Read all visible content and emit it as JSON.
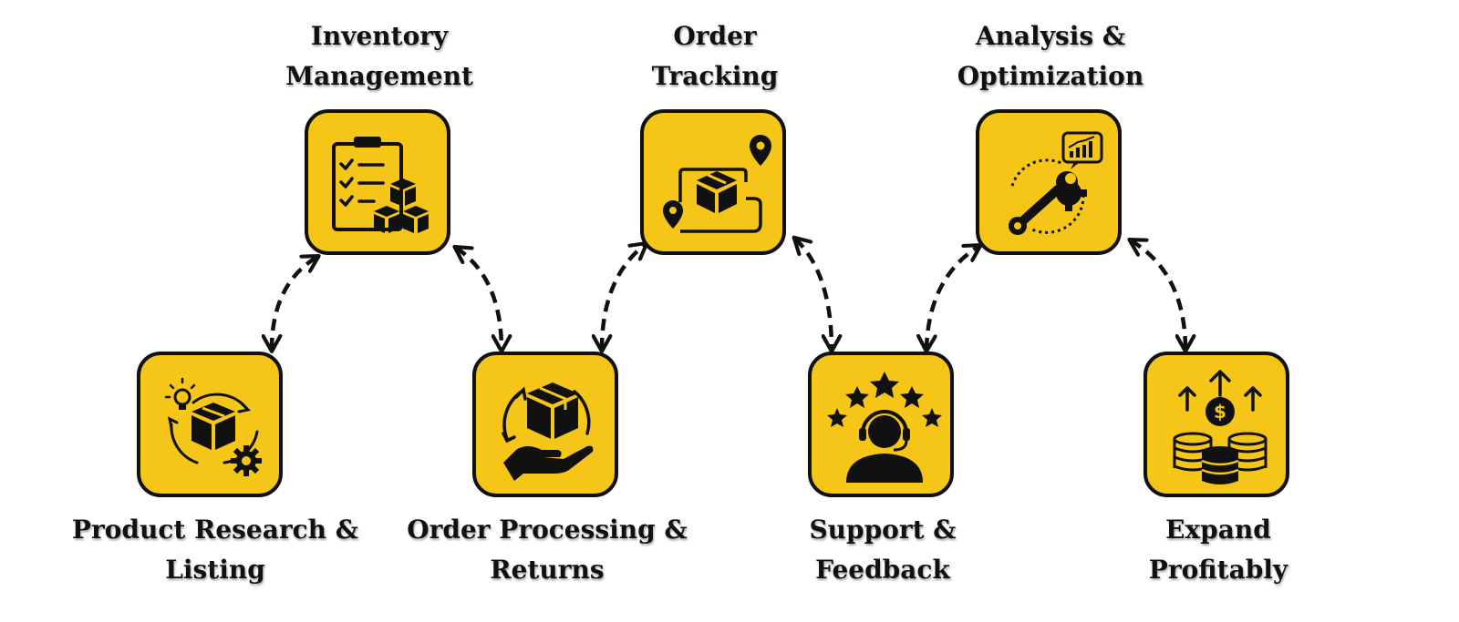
{
  "theme": {
    "tile_color": "#F5C518",
    "ink_color": "#111111"
  },
  "steps": [
    {
      "id": "product-research",
      "line1": "Product Research &",
      "line2": "Listing",
      "icon": "product-cycle-icon"
    },
    {
      "id": "inventory",
      "line1": "Inventory",
      "line2": "Management",
      "icon": "clipboard-boxes-icon"
    },
    {
      "id": "order-processing",
      "line1": "Order Processing &",
      "line2": "Returns",
      "icon": "box-return-hand-icon"
    },
    {
      "id": "order-tracking",
      "line1": "Order",
      "line2": "Tracking",
      "icon": "route-tracking-icon"
    },
    {
      "id": "support",
      "line1": "Support &",
      "line2": "Feedback",
      "icon": "support-agent-stars-icon"
    },
    {
      "id": "analysis",
      "line1": "Analysis &",
      "line2": "Optimization",
      "icon": "wrench-gear-chart-icon"
    },
    {
      "id": "expand",
      "line1": "Expand",
      "line2": "Profitably",
      "icon": "coins-growth-icon"
    }
  ]
}
